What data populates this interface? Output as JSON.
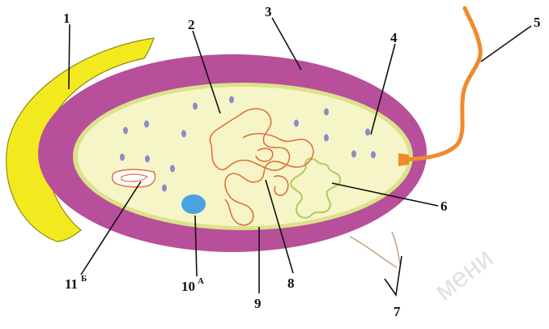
{
  "diagram": {
    "labels": {
      "l1": "1",
      "l2": "2",
      "l3": "3",
      "l4": "4",
      "l5": "5",
      "l6": "6",
      "l7": "7",
      "l8": "8",
      "l9": "9",
      "l10": "10",
      "l10_sup": "А",
      "l11": "11",
      "l11_sup": "Б"
    },
    "watermark": "мени",
    "colors": {
      "capsule": "#f2ea1e",
      "cell_wall": "#b84f9a",
      "membrane": "#c9d96a",
      "cytoplasm": "#f6f5c8",
      "nucleoid": "#e0703a",
      "ribosome": "#8a8cc4",
      "flagellum": "#f08a2a",
      "inclusion": "#4aa3e0",
      "mesosome": "#b6cd62",
      "pili": "#c7a98e"
    }
  }
}
